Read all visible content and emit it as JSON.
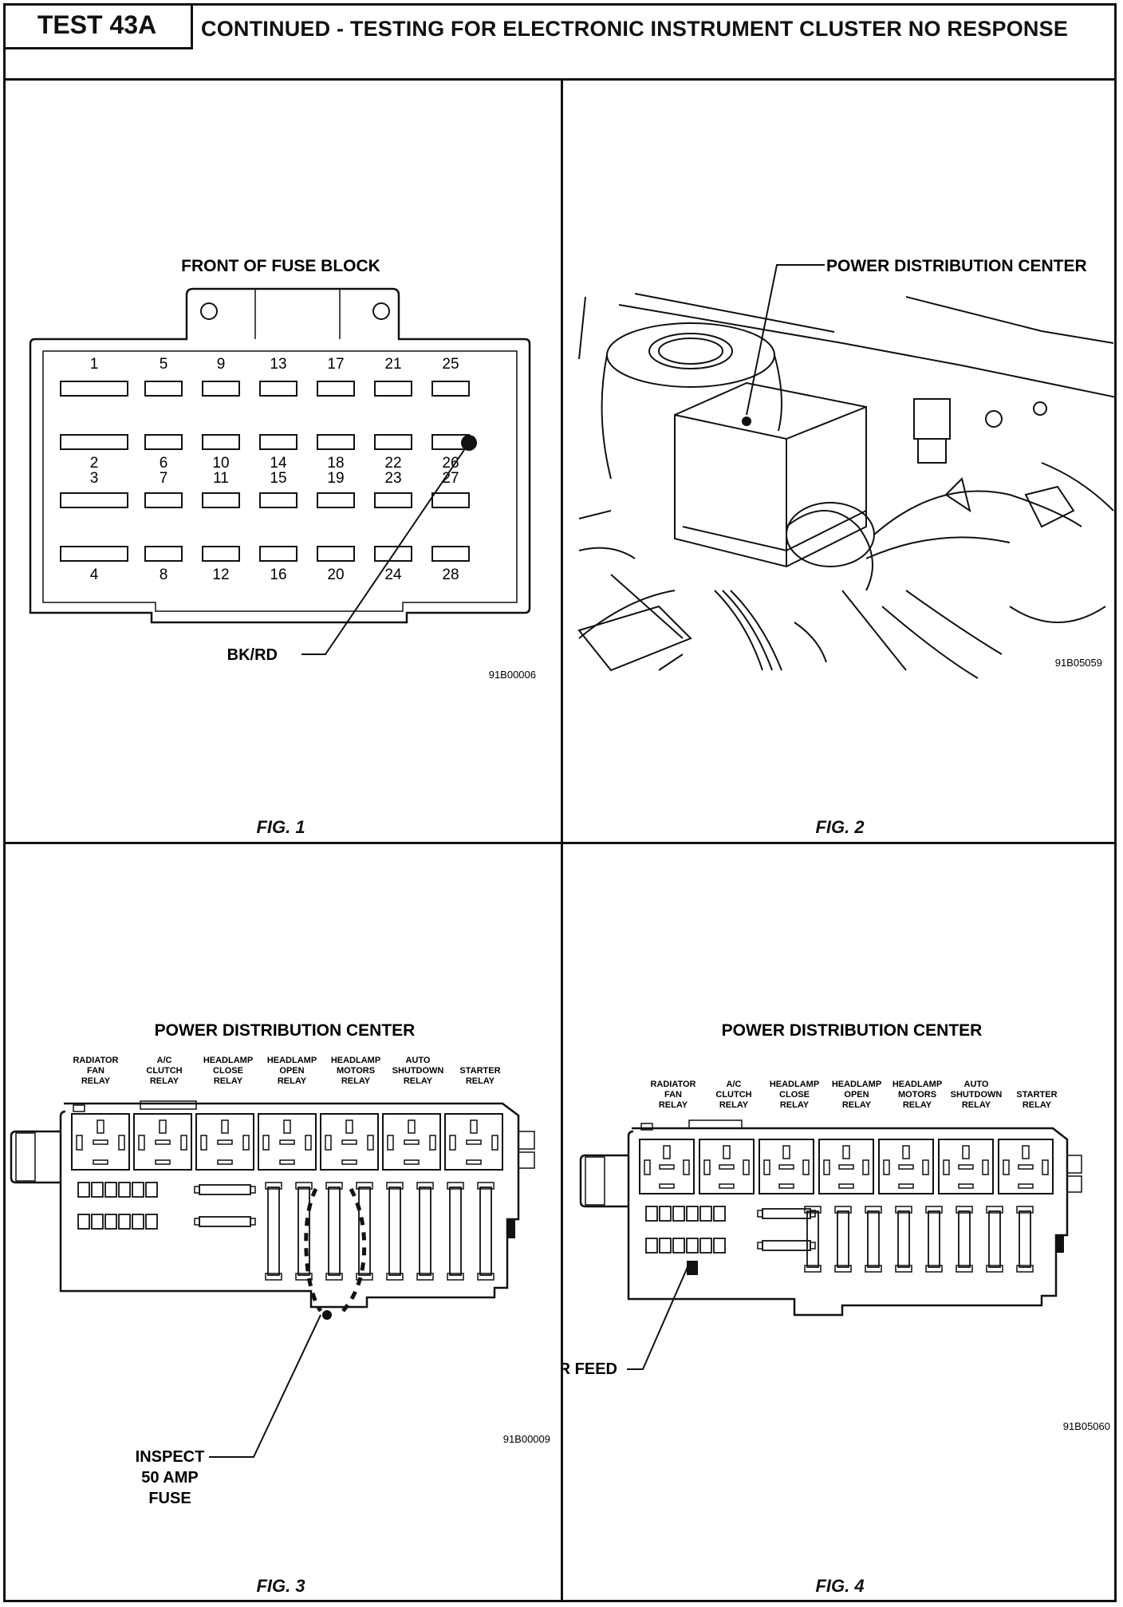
{
  "header": {
    "test_label": "TEST 43A",
    "title": "CONTINUED - TESTING FOR ELECTRONIC INSTRUMENT CLUSTER NO RESPONSE"
  },
  "fig1": {
    "title": "FRONT OF FUSE BLOCK",
    "fuse_numbers_row1": [
      "1",
      "5",
      "9",
      "13",
      "17",
      "21",
      "25"
    ],
    "fuse_numbers_row2": [
      "2",
      "6",
      "10",
      "14",
      "18",
      "22",
      "26"
    ],
    "fuse_numbers_row3": [
      "3",
      "7",
      "11",
      "15",
      "19",
      "23",
      "27"
    ],
    "fuse_numbers_row4": [
      "4",
      "8",
      "12",
      "16",
      "20",
      "24",
      "28"
    ],
    "wire_label": "BK/RD",
    "part_number": "91B00006",
    "caption": "FIG. 1"
  },
  "fig2": {
    "label": "POWER DISTRIBUTION CENTER",
    "part_number": "91B05059",
    "caption": "FIG. 2"
  },
  "fig3": {
    "title": "POWER DISTRIBUTION CENTER",
    "relays": [
      [
        "RADIATOR",
        "FAN",
        "RELAY"
      ],
      [
        "A/C",
        "CLUTCH",
        "RELAY"
      ],
      [
        "HEADLAMP",
        "CLOSE",
        "RELAY"
      ],
      [
        "HEADLAMP",
        "OPEN",
        "RELAY"
      ],
      [
        "HEADLAMP",
        "MOTORS",
        "RELAY"
      ],
      [
        "AUTO",
        "SHUTDOWN",
        "RELAY"
      ],
      [
        "STARTER",
        "RELAY"
      ]
    ],
    "callout": [
      "INSPECT",
      "50 AMP",
      "FUSE"
    ],
    "part_number": "91B00009",
    "caption": "FIG. 3"
  },
  "fig4": {
    "title": "POWER DISTRIBUTION CENTER",
    "relays": [
      [
        "RADIATOR",
        "FAN",
        "RELAY"
      ],
      [
        "A/C",
        "CLUTCH",
        "RELAY"
      ],
      [
        "HEADLAMP",
        "CLOSE",
        "RELAY"
      ],
      [
        "HEADLAMP",
        "OPEN",
        "RELAY"
      ],
      [
        "HEADLAMP",
        "MOTORS",
        "RELAY"
      ],
      [
        "AUTO",
        "SHUTDOWN",
        "RELAY"
      ],
      [
        "STARTER",
        "RELAY"
      ]
    ],
    "callout": "POWER FEED",
    "part_number": "91B05060",
    "caption": "FIG. 4"
  }
}
